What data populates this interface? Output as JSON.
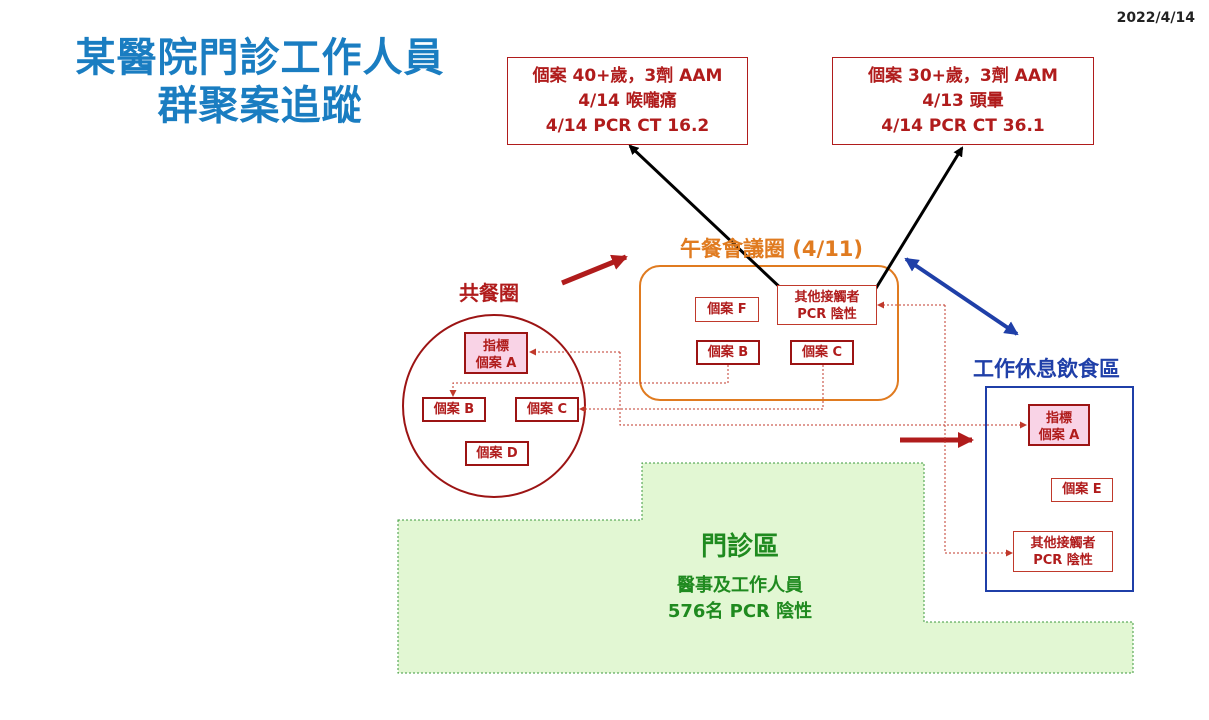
{
  "date": "2022/4/14",
  "title": {
    "line1": "某醫院門診工作人員",
    "line2": "群聚案追蹤"
  },
  "info_boxes": {
    "left": {
      "line1": "個案 40+歲，3劑 AAM",
      "line2": "4/14 喉嚨痛",
      "line3": "4/14 PCR CT 16.2"
    },
    "right": {
      "line1": "個案 30+歲，3劑 AAM",
      "line2": "4/13 頭暈",
      "line3": "4/14 PCR CT 36.1"
    }
  },
  "groups": {
    "shared_meal": {
      "label": "共餐圈",
      "index_case": {
        "line1": "指標",
        "line2": "個案 A"
      },
      "case_b": "個案 B",
      "case_c": "個案 C",
      "case_d": "個案 D"
    },
    "lunch_meeting": {
      "label": "午餐會議圈 (4/11)",
      "case_f": "個案 F",
      "case_b": "個案 B",
      "case_c": "個案 C",
      "other_contacts": {
        "line1": "其他接觸者",
        "line2": "PCR 陰性"
      }
    },
    "break_room": {
      "label": "工作休息飲食區",
      "index_case": {
        "line1": "指標",
        "line2": "個案 A"
      },
      "case_e": "個案 E",
      "other_contacts": {
        "line1": "其他接觸者",
        "line2": "PCR 陰性"
      }
    },
    "clinic": {
      "label": "門診區",
      "line1": "醫事及工作人員",
      "line2": "576名 PCR 陰性"
    }
  },
  "colors": {
    "title_blue": "#1a7dc1",
    "case_red": "#b01c1c",
    "lunch_orange": "#e07b20",
    "break_blue": "#1f3fa8",
    "clinic_green": "#1f8a1f",
    "clinic_fill": "#e2f7d3",
    "pink_fill": "#f9d3e6"
  }
}
